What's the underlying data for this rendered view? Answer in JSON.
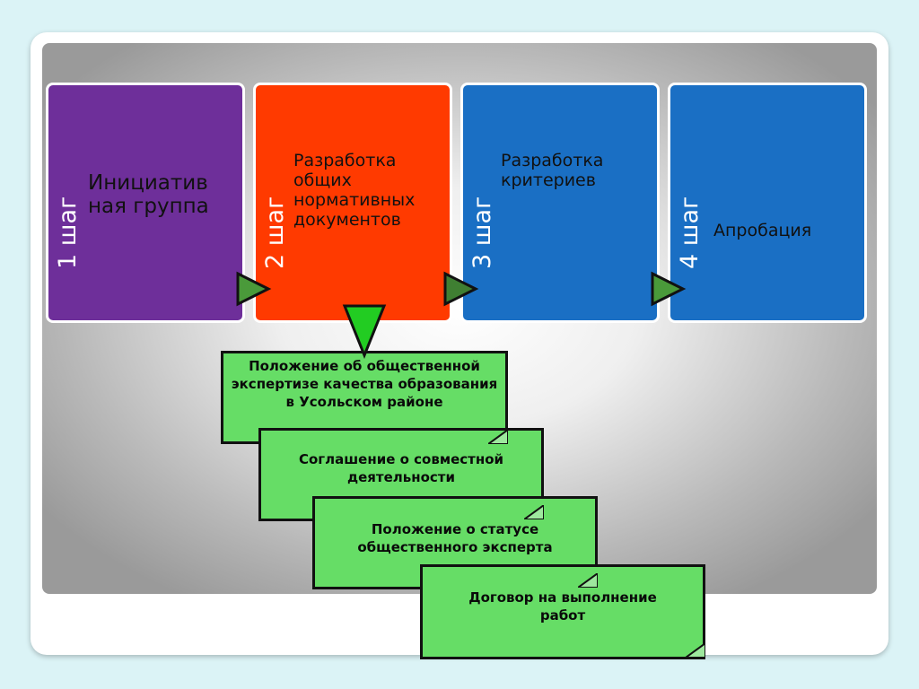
{
  "steps": [
    {
      "num": "1 шаг",
      "text": "Инициатив ная группа",
      "color": "#6e2f9a"
    },
    {
      "num": "2 шаг",
      "text": "Разработка общих нормативных документов",
      "color": "#ff3a00"
    },
    {
      "num": "3 шаг",
      "text": "Разработка критериев",
      "color": "#1a6fc4"
    },
    {
      "num": "4 шаг",
      "text": "Апробация",
      "color": "#1a6fc4"
    }
  ],
  "documents": [
    {
      "text": "Положение об общественной экспертизе качества образования в Усольском районе"
    },
    {
      "text": "Соглашение о совместной деятельности"
    },
    {
      "text": "Положение о статусе общественного эксперта"
    },
    {
      "text": "Договор на выполнение работ"
    }
  ],
  "colors": {
    "arrow_fill": "#4a9a3a",
    "down_arrow_fill": "#22cc22",
    "doc_fill": "#66dd66"
  }
}
